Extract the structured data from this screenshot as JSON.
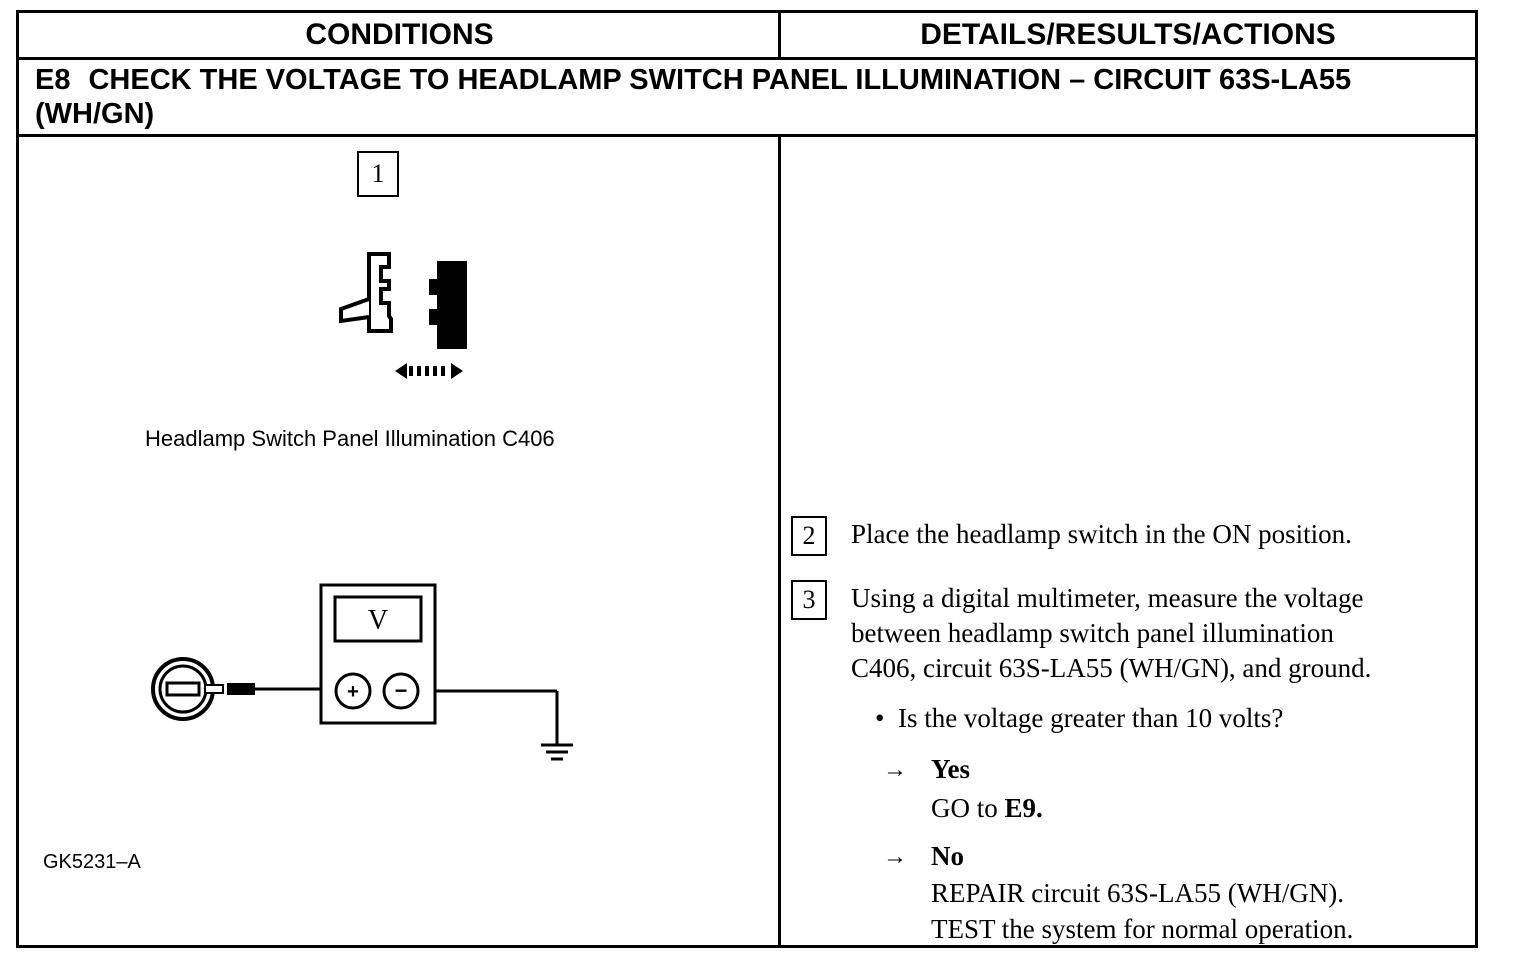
{
  "header": {
    "left": "CONDITIONS",
    "right": "DETAILS/RESULTS/ACTIONS"
  },
  "section": {
    "code": "E8",
    "title": "CHECK THE VOLTAGE TO HEADLAMP SWITCH PANEL ILLUMINATION – CIRCUIT 63S-LA55 (WH/GN)"
  },
  "figure": {
    "step_number": "1",
    "caption": "Headlamp Switch Panel Illumination C406",
    "meter_label": "V",
    "plus": "+",
    "minus": "−",
    "figure_id": "GK5231–A"
  },
  "steps": [
    {
      "number": "2",
      "text": "Place the headlamp switch in the ON position."
    },
    {
      "number": "3",
      "lines": [
        "Using a digital multimeter, measure the voltage",
        "between headlamp switch panel illumination",
        "C406, circuit 63S-LA55 (WH/GN), and ground."
      ]
    }
  ],
  "question": "Is the voltage greater than 10 volts?",
  "answers": [
    {
      "arrow": "→",
      "label": "Yes",
      "lines": [
        "GO to ",
        "E9."
      ]
    },
    {
      "arrow": "→",
      "label": "No",
      "lines": [
        "REPAIR circuit 63S-LA55 (WH/GN).",
        "TEST the system for normal operation."
      ]
    }
  ]
}
